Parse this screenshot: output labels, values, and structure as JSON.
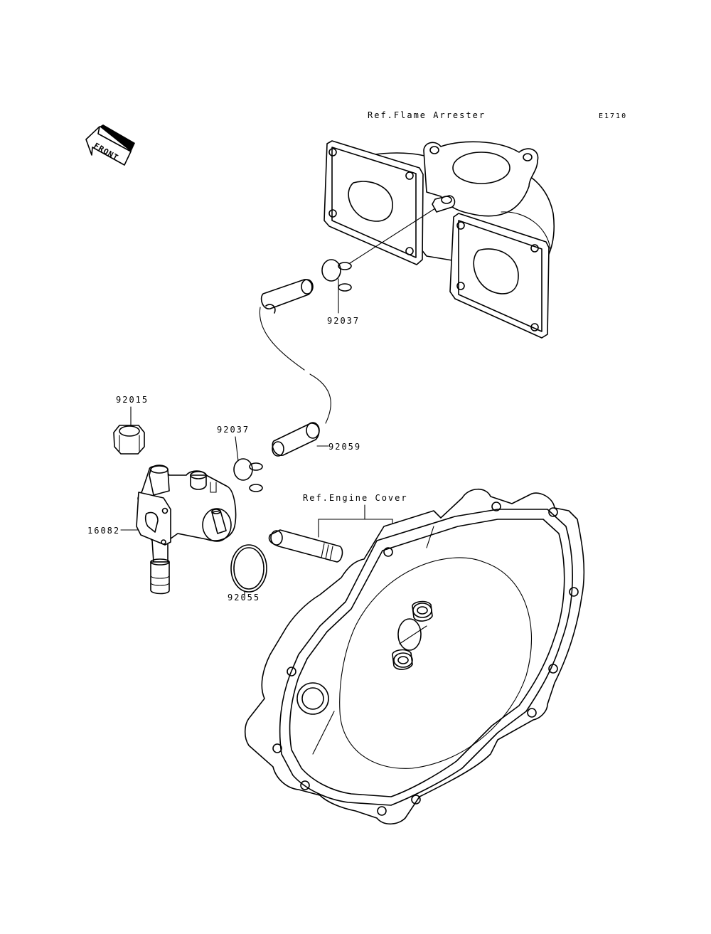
{
  "diagram": {
    "code": "E1710",
    "front_label": "FRONT",
    "references": {
      "flame_arrester": "Ref.Flame Arrester",
      "engine_cover": "Ref.Engine Cover"
    },
    "parts": {
      "o_ring_top": "92037",
      "washer_nut": "92015",
      "o_ring_mid": "92037",
      "hose": "92059",
      "fuel_valve": "16082",
      "o_ring_large": "92055"
    }
  }
}
